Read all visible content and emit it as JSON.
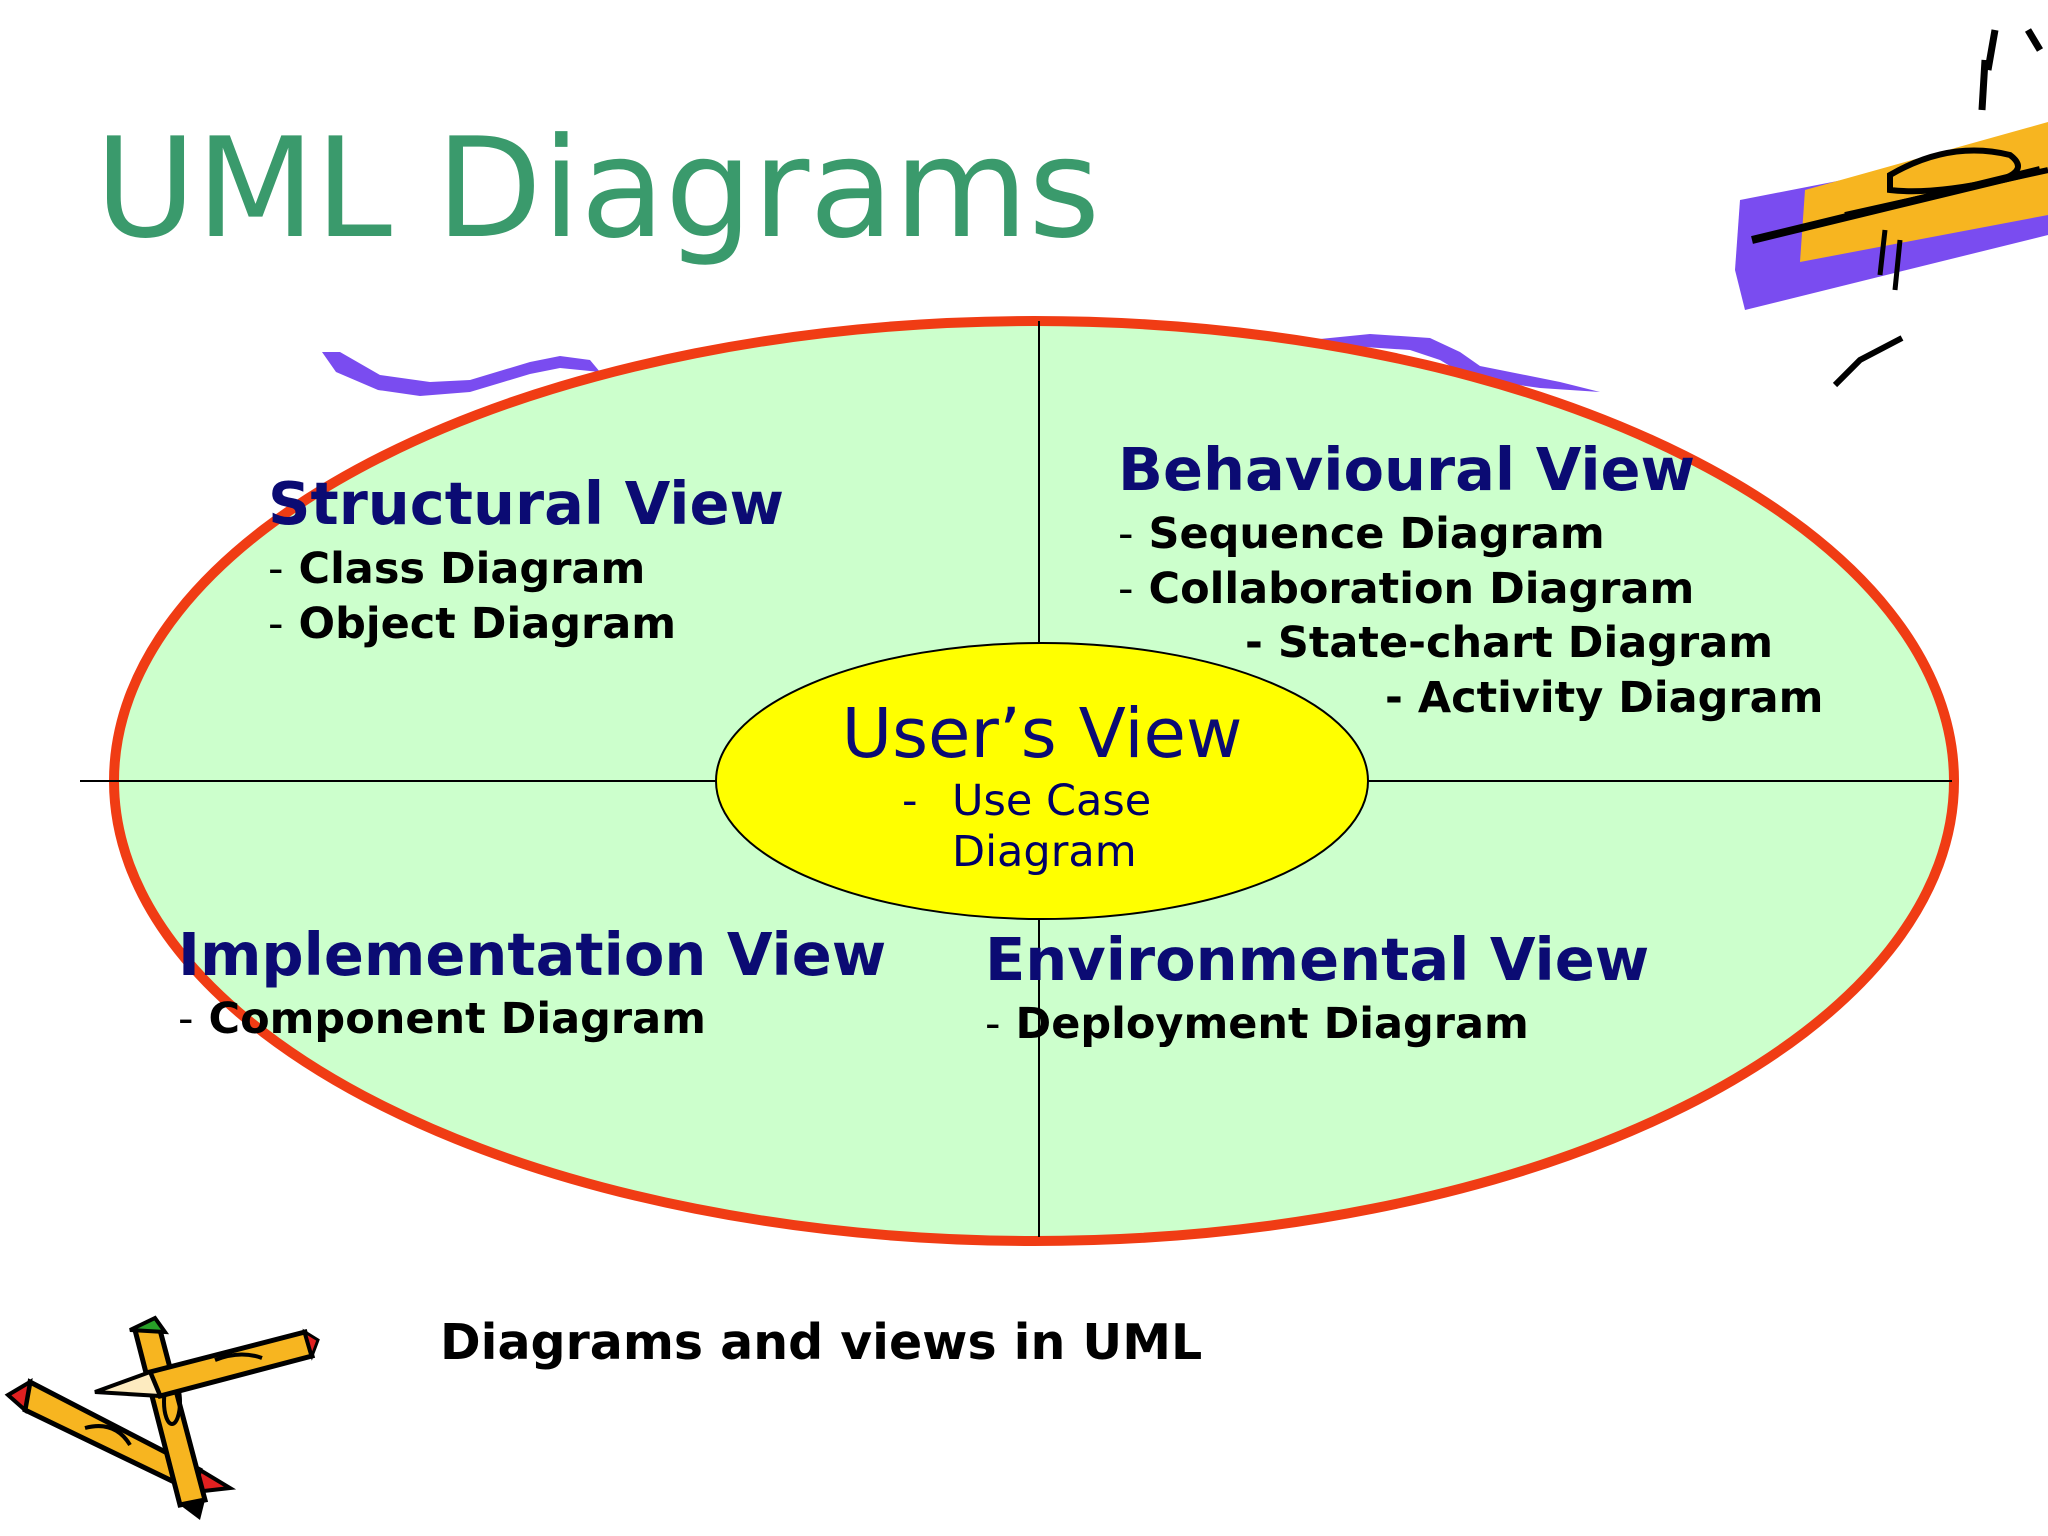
{
  "title": "UML Diagrams",
  "center": {
    "title": "User’s View",
    "dash": "-",
    "items": [
      "Use Case",
      "Diagram"
    ]
  },
  "quadrants": {
    "structural": {
      "title": "Structural View",
      "items": [
        "Class Diagram",
        "Object Diagram"
      ]
    },
    "behavioural": {
      "title": "Behavioural View",
      "items": [
        "Sequence Diagram",
        "Collaboration Diagram",
        "State-chart Diagram",
        "Activity Diagram"
      ]
    },
    "implementation": {
      "title": "Implementation View",
      "items": [
        "Component Diagram"
      ]
    },
    "environmental": {
      "title": "Environmental View",
      "items": [
        "Deployment Diagram"
      ]
    }
  },
  "caption": "Diagrams and views in UML",
  "dash": "-",
  "colors": {
    "title": "#3a9a6c",
    "ellipse_fill": "#ccffcc",
    "ellipse_stroke": "#f03c14",
    "center_fill": "#ffff00",
    "view_title": "#0b0b73",
    "scribble": "#7a4cf0"
  },
  "decorations": {
    "top_right": "pencil-clipart",
    "bottom_left": "crossed-pencils-clipart"
  }
}
